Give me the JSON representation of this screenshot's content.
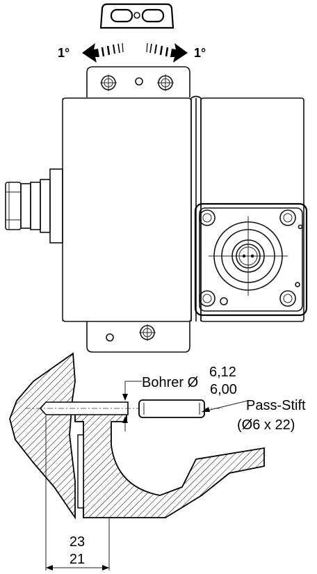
{
  "rotation": {
    "left_angle": "1°",
    "right_angle": "1°"
  },
  "callouts": {
    "drill_label": "Bohrer Ø",
    "drill_tol_upper": "6,12",
    "drill_tol_lower": "6,00",
    "pin_label": "Pass-Stift",
    "pin_size": "(Ø6 x 22)"
  },
  "dimensions": {
    "upper": "23",
    "lower": "21"
  }
}
